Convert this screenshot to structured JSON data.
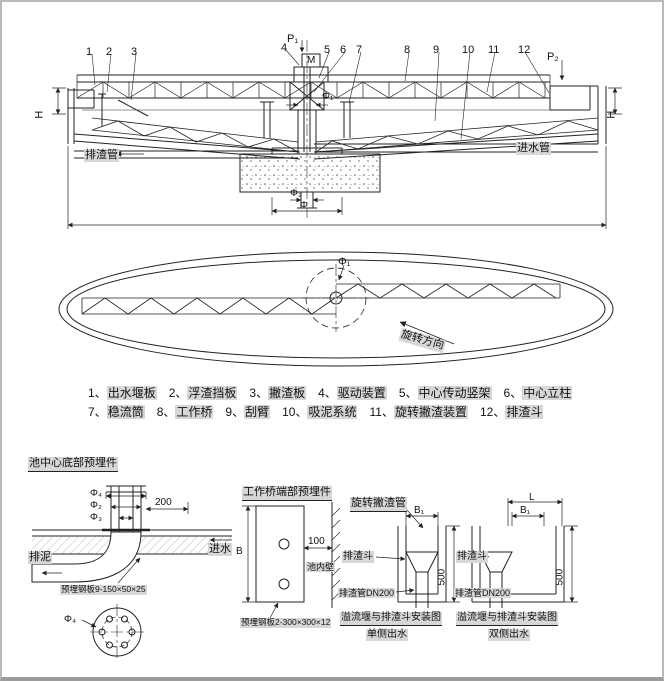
{
  "colors": {
    "line": "#1f1f1f",
    "highlight": "#d7d7d7",
    "background": "#ffffff"
  },
  "section_view": {
    "callouts": [
      "1",
      "2",
      "3",
      "4",
      "5",
      "6",
      "7",
      "8",
      "9",
      "10",
      "11",
      "12"
    ],
    "load_left": "P₁",
    "load_right": "P₂",
    "motor_label": "M",
    "height_left": "H",
    "height_right": "H",
    "center_dia": "Φ₁",
    "sludge_pipe_label": "排渣管",
    "inlet_pipe_label": "进水管",
    "column_dia": "Φ₂",
    "base_dia": "Φ"
  },
  "plan_view": {
    "center_dia": "Φ₁",
    "rotation_label": "旋转方向"
  },
  "legend": {
    "row1": [
      {
        "num": "1、",
        "term": "出水堰板"
      },
      {
        "num": "2、",
        "term": "浮渣挡板"
      },
      {
        "num": "3、",
        "term": "撇渣板"
      },
      {
        "num": "4、",
        "term": "驱动装置"
      },
      {
        "num": "5、",
        "term": "中心传动竖架"
      },
      {
        "num": "6、",
        "term": "中心立柱"
      }
    ],
    "row2": [
      {
        "num": "7、",
        "term": "稳流筒"
      },
      {
        "num": "8、",
        "term": "工作桥"
      },
      {
        "num": "9、",
        "term": "刮臂"
      },
      {
        "num": "10、",
        "term": "吸泥系统"
      },
      {
        "num": "11、",
        "term": "旋转撇渣装置"
      },
      {
        "num": "12、",
        "term": "排渣斗"
      }
    ]
  },
  "detail_center_base": {
    "title": "池中心底部预埋件",
    "dia_flange": "Φ₄",
    "dia_outer": "Φ₂",
    "dia_inner": "Φ₃",
    "dim_200": "200",
    "sludge_label": "排泥",
    "inlet_label": "进水",
    "plate_note": "预埋钢板9-150×50×25",
    "bolt_circle_dia": "Φ₄"
  },
  "detail_bridge_end": {
    "title": "工作桥端部预埋件",
    "dim_100": "100",
    "dim_B": "B",
    "wall_label": "池内壁",
    "plate_note": "预埋钢板2-300×300×12"
  },
  "detail_single_outlet": {
    "pipe_label": "旋转撇渣管",
    "dim_B1": "B₁",
    "hopper_label": "排渣斗",
    "dim_500": "500",
    "drain_note": "排渣管DN200",
    "caption": "溢流堰与排渣斗安装图",
    "subcaption": "单侧出水"
  },
  "detail_double_outlet": {
    "dim_L": "L",
    "dim_B1": "B₁",
    "hopper_label": "排渣斗",
    "dim_500": "500",
    "drain_note": "排渣管DN200",
    "caption": "溢流堰与排渣斗安装图",
    "subcaption": "双侧出水"
  }
}
